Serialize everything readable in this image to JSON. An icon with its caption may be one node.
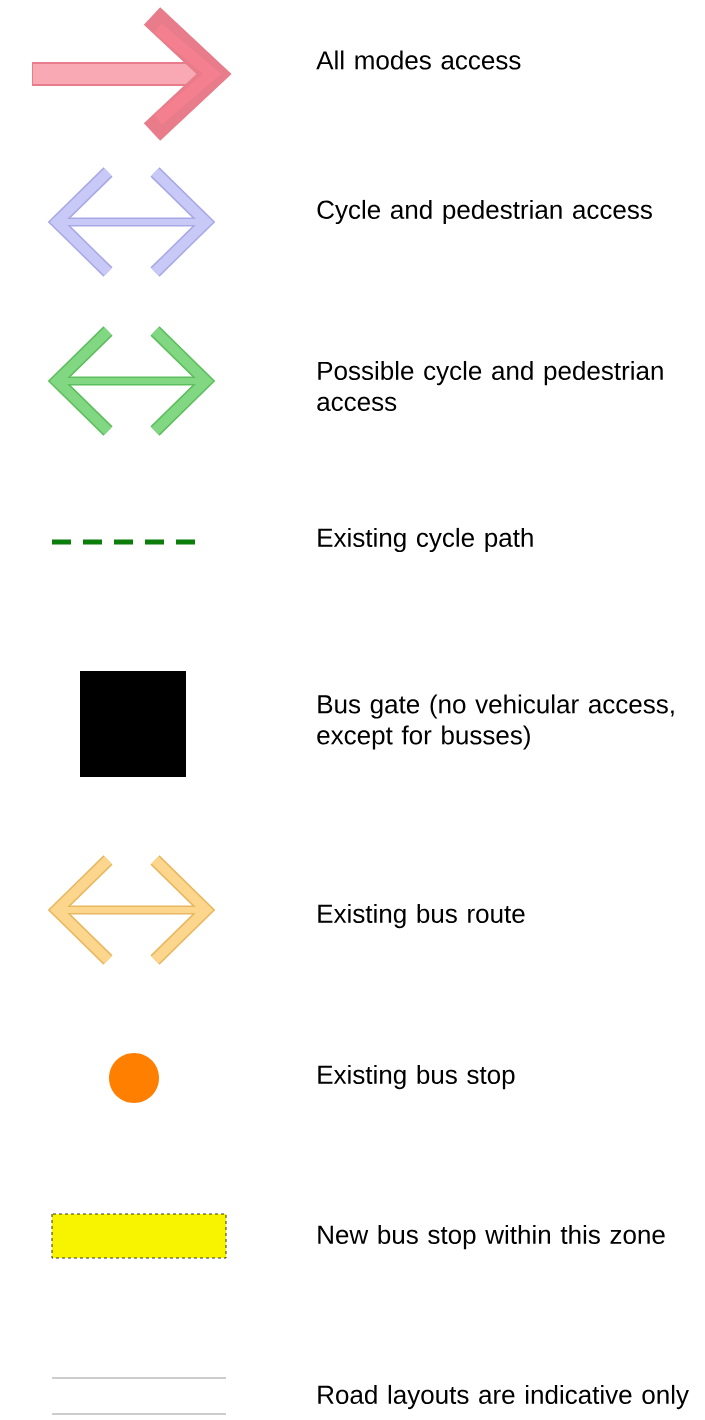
{
  "diagram": {
    "legend": [
      {
        "text": "All modes access"
      },
      {
        "text": "Cycle and pedestrian access"
      },
      {
        "text": "Possible cycle and pedestrian access"
      },
      {
        "text": "Existing cycle path"
      },
      {
        "text": "Bus gate (no vehicular access, except for busses)",
        "color": "#000000"
      },
      {
        "text": "Existing bus route"
      },
      {
        "text": "Existing bus stop",
        "color": "#ff8000"
      },
      {
        "text": "New bus stop within this zone",
        "color": "#f8f400"
      },
      {
        "text": "Road layouts are indicative only"
      }
    ]
  }
}
